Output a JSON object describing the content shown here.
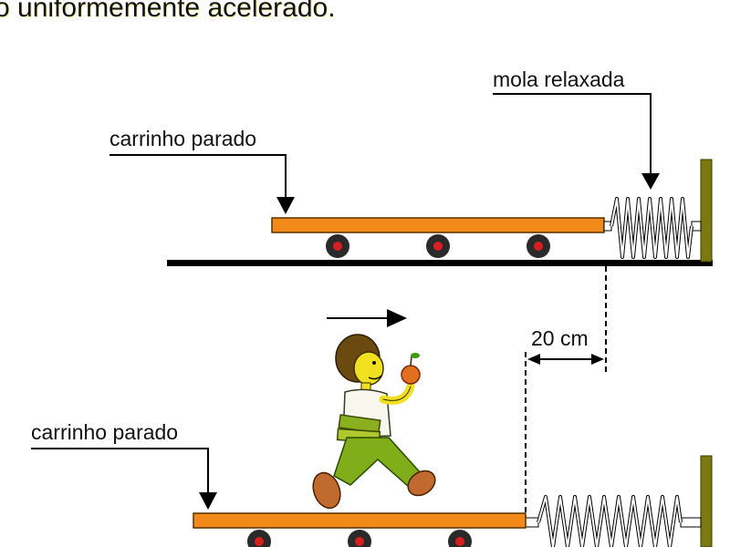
{
  "title": "o uniformemente acelerado.",
  "labels": {
    "spring_relaxed": "mola relaxada",
    "cart_top": "carrinho parado",
    "cart_bottom": "carrinho parado",
    "distance": "20 cm"
  },
  "colors": {
    "cart": "#f28a1a",
    "wheel_outer": "#2a2a2a",
    "wheel_inner": "#d81f1f",
    "wall": "#7a7a10",
    "floor": "#000000",
    "person_skin": "#f0e020",
    "person_pants": "#7fae1a"
  },
  "icons": [
    "arrow-right-icon",
    "person-with-apple-icon",
    "spring-icon"
  ]
}
